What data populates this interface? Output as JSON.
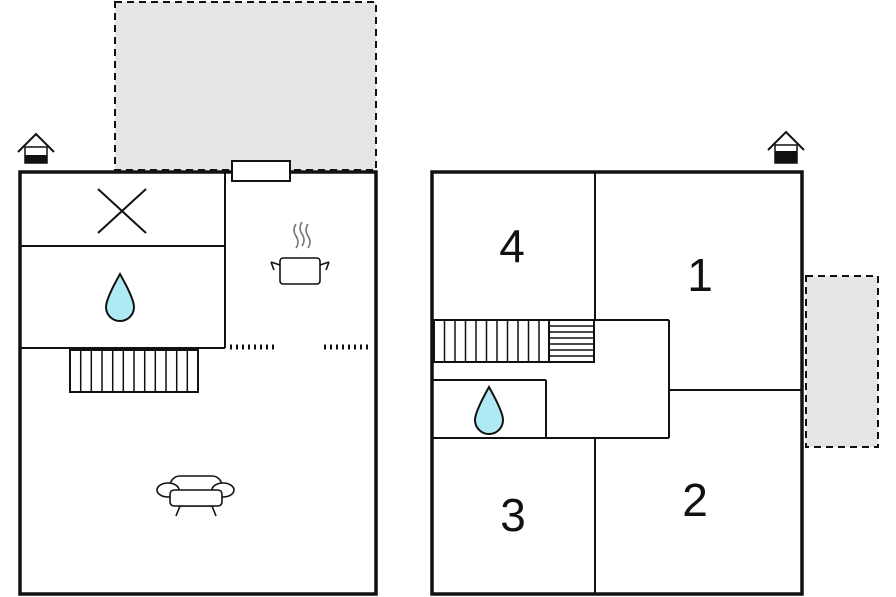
{
  "floors": [
    {
      "rooms": []
    },
    {
      "rooms": [
        {
          "label": "4"
        },
        {
          "label": "1"
        },
        {
          "label": "3"
        },
        {
          "label": "2"
        }
      ]
    }
  ],
  "icons": {
    "entrance": "house-entrance-icon",
    "bathroom": "water-drop-icon",
    "kitchen": "cooking-pot-icon",
    "living": "sofa-icon",
    "utility": "x-mark-icon",
    "stairs": "stairs-icon"
  },
  "colors": {
    "terrace": "#e5e5e5",
    "water": "#aeeaf3",
    "wall": "#111111"
  }
}
